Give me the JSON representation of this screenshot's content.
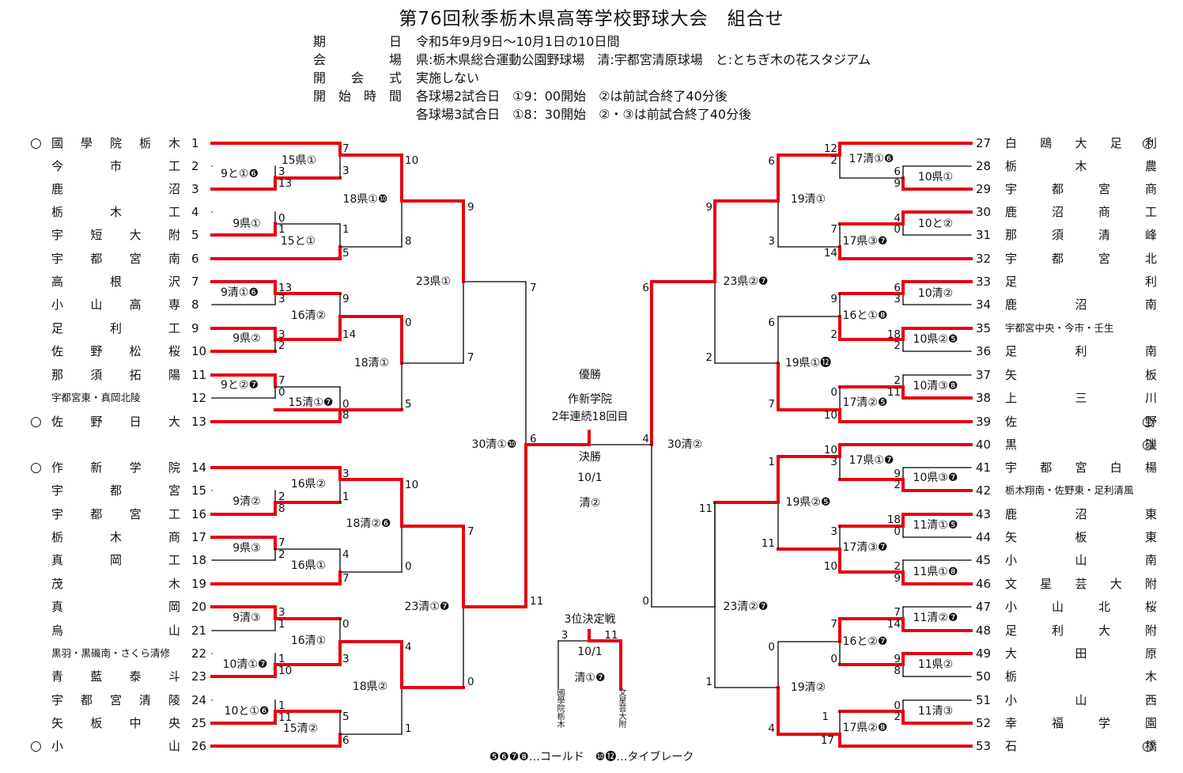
{
  "title": "第76回秋季栃木県高等学校野球大会　組合せ",
  "info": [
    {
      "label": "期日",
      "value": "令和5年9月9日～10月1日の10日間"
    },
    {
      "label": "会場",
      "value": "県:栃木県総合運動公園野球場　清:宇都宮清原球場　と:とちぎ木の花スタジアム"
    },
    {
      "label": "開会式",
      "value": "実施しない"
    },
    {
      "label": "開始時間",
      "value": "各球場2試合日　①9：00開始　②は前試合終了40分後"
    },
    {
      "label": "",
      "value": "各球場3試合日　①8：30開始　②・③は前試合終了40分後"
    }
  ],
  "left_teams": [
    {
      "no": "1",
      "name": "國學院栃木",
      "seed": "○"
    },
    {
      "no": "2",
      "name": "今市工",
      "seed": ""
    },
    {
      "no": "3",
      "name": "鹿沼",
      "seed": ""
    },
    {
      "no": "4",
      "name": "栃木工",
      "seed": ""
    },
    {
      "no": "5",
      "name": "宇短大附",
      "seed": ""
    },
    {
      "no": "6",
      "name": "宇都宮南",
      "seed": ""
    },
    {
      "no": "7",
      "name": "高根沢",
      "seed": ""
    },
    {
      "no": "8",
      "name": "小山高専",
      "seed": ""
    },
    {
      "no": "9",
      "name": "足利工",
      "seed": ""
    },
    {
      "no": "10",
      "name": "佐野松桜",
      "seed": ""
    },
    {
      "no": "11",
      "name": "那須拓陽",
      "seed": ""
    },
    {
      "no": "12",
      "name": "宇都宮東・真岡北陵",
      "seed": ""
    },
    {
      "no": "13",
      "name": "佐野日大",
      "seed": "○"
    },
    {
      "no": "14",
      "name": "作新学院",
      "seed": "○"
    },
    {
      "no": "15",
      "name": "宇都宮",
      "seed": ""
    },
    {
      "no": "16",
      "name": "宇都宮工",
      "seed": ""
    },
    {
      "no": "17",
      "name": "栃木商",
      "seed": ""
    },
    {
      "no": "18",
      "name": "真岡工",
      "seed": ""
    },
    {
      "no": "19",
      "name": "茂木",
      "seed": ""
    },
    {
      "no": "20",
      "name": "真岡",
      "seed": ""
    },
    {
      "no": "21",
      "name": "烏山",
      "seed": ""
    },
    {
      "no": "22",
      "name": "黒羽・黒磯南・さくら清修",
      "seed": ""
    },
    {
      "no": "23",
      "name": "青藍泰斗",
      "seed": ""
    },
    {
      "no": "24",
      "name": "宇都宮清陵",
      "seed": ""
    },
    {
      "no": "25",
      "name": "矢板中央",
      "seed": ""
    },
    {
      "no": "26",
      "name": "小山",
      "seed": "○"
    }
  ],
  "right_teams": [
    {
      "no": "27",
      "name": "白鴎大足利",
      "seed": "○"
    },
    {
      "no": "28",
      "name": "栃木農",
      "seed": ""
    },
    {
      "no": "29",
      "name": "宇都宮商",
      "seed": ""
    },
    {
      "no": "30",
      "name": "鹿沼商工",
      "seed": ""
    },
    {
      "no": "31",
      "name": "那須清峰",
      "seed": ""
    },
    {
      "no": "32",
      "name": "宇都宮北",
      "seed": ""
    },
    {
      "no": "33",
      "name": "足利",
      "seed": ""
    },
    {
      "no": "34",
      "name": "鹿沼南",
      "seed": ""
    },
    {
      "no": "35",
      "name": "宇都宮中央・今市・壬生",
      "seed": ""
    },
    {
      "no": "36",
      "name": "足利南",
      "seed": ""
    },
    {
      "no": "37",
      "name": "矢板",
      "seed": ""
    },
    {
      "no": "38",
      "name": "上三川",
      "seed": ""
    },
    {
      "no": "39",
      "name": "佐野",
      "seed": "○"
    },
    {
      "no": "40",
      "name": "黒磯",
      "seed": "○"
    },
    {
      "no": "41",
      "name": "宇都宮白楊",
      "seed": ""
    },
    {
      "no": "42",
      "name": "栃木翔南・佐野東・足利清風",
      "seed": ""
    },
    {
      "no": "43",
      "name": "鹿沼東",
      "seed": ""
    },
    {
      "no": "44",
      "name": "矢板東",
      "seed": ""
    },
    {
      "no": "45",
      "name": "小山南",
      "seed": ""
    },
    {
      "no": "46",
      "name": "文星芸大附",
      "seed": ""
    },
    {
      "no": "47",
      "name": "小山北桜",
      "seed": ""
    },
    {
      "no": "48",
      "name": "足利大附",
      "seed": ""
    },
    {
      "no": "49",
      "name": "大田原",
      "seed": ""
    },
    {
      "no": "50",
      "name": "栃木",
      "seed": ""
    },
    {
      "no": "51",
      "name": "小山西",
      "seed": ""
    },
    {
      "no": "52",
      "name": "幸福学園",
      "seed": ""
    },
    {
      "no": "53",
      "name": "石橋",
      "seed": "○"
    }
  ],
  "center": {
    "champion_label": "優勝",
    "champion": "作新学院",
    "champion_note": "2年連続18回目",
    "final_label": "決勝",
    "final_date": "10/1",
    "final_venue": "清②",
    "third_label": "3位決定戦",
    "third_date": "10/1",
    "third_venue": "清①❼",
    "third_left_team": "國學院栃木",
    "third_right_team": "文星芸大附",
    "third_left_score": "3",
    "third_right_score": "11"
  },
  "note": "❺❻❼❽…コールド　❿⓬…タイブレーク",
  "colors": {
    "win_line": "#e60012",
    "line": "#000000"
  }
}
